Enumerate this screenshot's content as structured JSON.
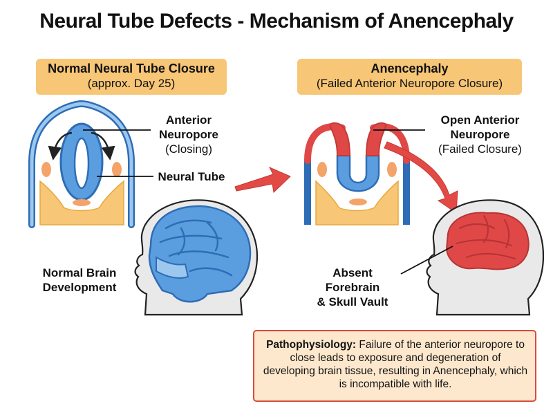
{
  "title": "Neural Tube Defects - Mechanism of Anencephaly",
  "left_header": {
    "title": "Normal Neural Tube Closure",
    "subtitle": "(approx. Day 25)"
  },
  "right_header": {
    "title": "Anencephaly",
    "subtitle": "(Failed Anterior Neuropore Closure)"
  },
  "labels": {
    "anterior_neuropore": {
      "line1": "Anterior",
      "line2": "Neuropore",
      "line3": "(Closing)"
    },
    "neural_tube": "Neural Tube",
    "normal_brain": {
      "line1": "Normal Brain",
      "line2": "Development"
    },
    "open_neuropore": {
      "line1": "Open Anterior",
      "line2": "Neuropore",
      "line3": "(Failed Closure)"
    },
    "absent_forebrain": {
      "line1": "Absent Forebrain",
      "line2": "& Skull Vault"
    }
  },
  "pathophysiology": {
    "heading": "Pathophysiology:",
    "text": "Failure of the anterior neuropore to close leads to exposure and degeneration of developing brain tissue, resulting in Anencephaly, which is incompatible with life."
  },
  "colors": {
    "tube_blue": "#5b9ee0",
    "outline_blue": "#2e6db5",
    "mesoderm_yellow": "#f7c676",
    "somite_orange": "#f4a468",
    "defect_red": "#e04848",
    "arrow_red": "#e34a45",
    "box_border": "#d64c3c",
    "box_fill": "#fde8cd",
    "header_fill": "#f7c676"
  }
}
